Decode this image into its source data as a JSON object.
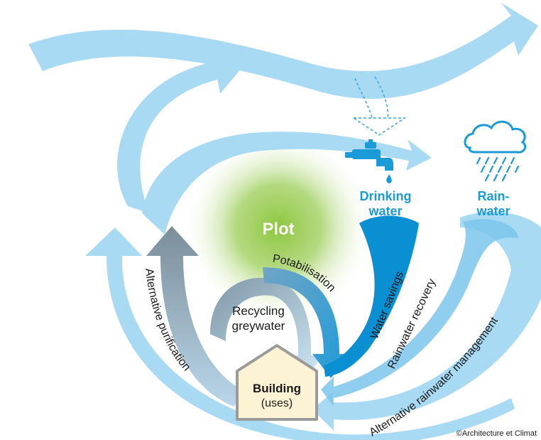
{
  "colors": {
    "light_blue": "#a9daf3",
    "mid_blue": "#7cc6ec",
    "dark_blue": "#0b8fd3",
    "grey_blue": "#8fa5b5",
    "plot_green": "#8dc63f",
    "building_fill": "#fbf3d3",
    "building_stroke": "#9b9b9b",
    "text_dark": "#1a1a1a",
    "text_blue": "#1b9ad8"
  },
  "icons": {
    "tap": "water-tap-icon",
    "cloud": "rain-cloud-icon"
  },
  "nodes": {
    "plot": "Plot",
    "drinking_water_line1": "Drinking",
    "drinking_water_line2": "water",
    "rainwater_line1": "Rain-",
    "rainwater_line2": "water",
    "building": "Building",
    "building_sub": "(uses)"
  },
  "flows": {
    "potabilisation": "Potabilisation",
    "recycling_line1": "Recycling",
    "recycling_line2": "greywater",
    "water_savings": "Water savings",
    "rainwater_recovery": "Rainwater recovery",
    "alternative_purification": "Alternative purification",
    "alternative_rainwater_management": "Alternative rainwater management"
  },
  "credit": "©Architecture et Climat"
}
